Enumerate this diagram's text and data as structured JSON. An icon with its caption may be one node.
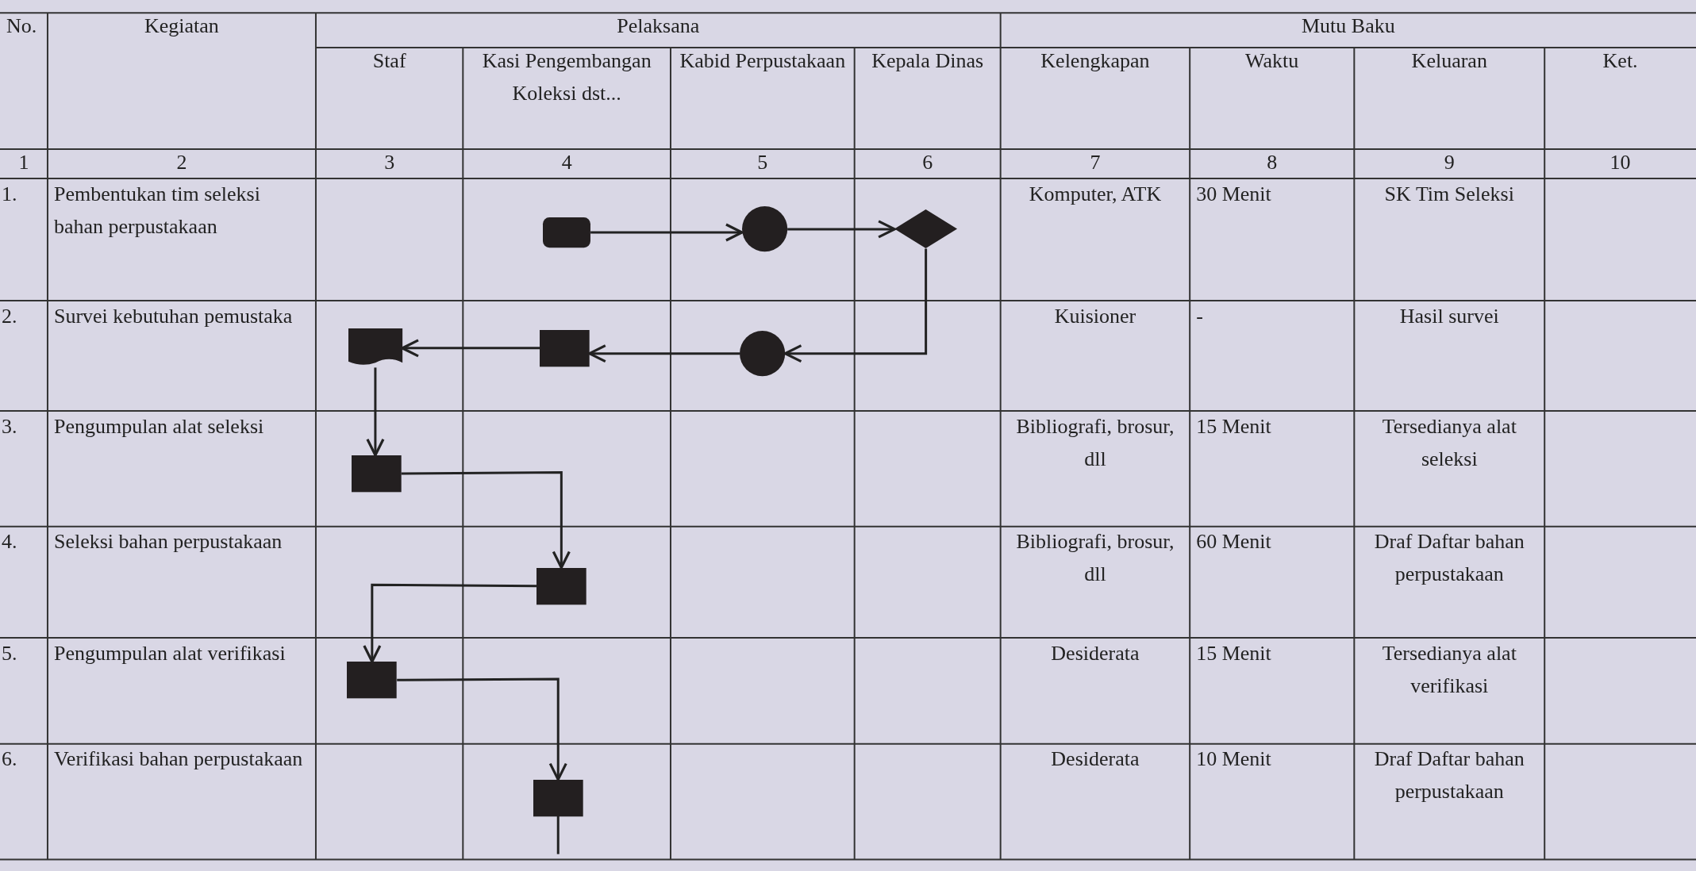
{
  "diagram": {
    "nodes": [
      {
        "text": [],
        "shape": "box"
      },
      {
        "text": [],
        "shape": "circle"
      },
      {
        "text": [],
        "shape": "diamond"
      },
      {
        "text": [],
        "shape": "document"
      },
      {
        "text": [],
        "shape": "box"
      },
      {
        "text": [],
        "shape": "circle"
      },
      {
        "text": [],
        "shape": "box"
      },
      {
        "text": [],
        "shape": "box"
      },
      {
        "text": [],
        "shape": "box"
      },
      {
        "text": [],
        "shape": "box"
      }
    ],
    "edges": [
      {
        "from": 0,
        "to": 1,
        "arrow": "to"
      },
      {
        "from": 1,
        "to": 2,
        "arrow": "to"
      },
      {
        "from": 2,
        "to": 5,
        "arrow": "to"
      },
      {
        "from": 5,
        "to": 4,
        "arrow": "to"
      },
      {
        "from": 4,
        "to": 3,
        "arrow": "to"
      },
      {
        "from": 3,
        "to": 6,
        "arrow": "to"
      },
      {
        "from": 6,
        "to": 7,
        "arrow": "to"
      },
      {
        "from": 7,
        "to": 8,
        "arrow": "to"
      },
      {
        "from": 8,
        "to": 9,
        "arrow": "to"
      },
      {
        "from": 9,
        "to": null,
        "arrow": "none"
      }
    ],
    "labels": [
      "No.",
      "Kegiatan",
      "Pelaksana",
      "Mutu Baku",
      "Staf",
      "Kasi Pengembangan Koleksi dst...",
      "Kabid Perpustakaan",
      "Kepala Dinas",
      "Kelengkapan",
      "Waktu",
      "Keluaran",
      "Ket.",
      "1",
      "2",
      "3",
      "4",
      "5",
      "6",
      "7",
      "8",
      "9",
      "10",
      "1.",
      "Pembentukan tim seleksi bahan perpustakaan",
      "Komputer, ATK",
      "30 Menit",
      "SK Tim Seleksi",
      "2.",
      "Survei kebutuhan pemustaka",
      "Kuisioner",
      "-",
      "Hasil survei",
      "3.",
      "Pengumpulan alat seleksi",
      "Bibliografi, brosur, dll",
      "15 Menit",
      "Tersedianya alat seleksi",
      "4.",
      "Seleksi bahan perpustakaan",
      "Bibliografi, brosur, dll",
      "60 Menit",
      "Draf Daftar bahan perpustakaan",
      "5.",
      "Pengumpulan alat verifikasi",
      "Desiderata",
      "15 Menit",
      "Tersedianya alat verifikasi",
      "6.",
      "Verifikasi bahan perpustakaan",
      "Desiderata",
      "10 Menit",
      "Draf Daftar bahan perpustakaan"
    ]
  }
}
